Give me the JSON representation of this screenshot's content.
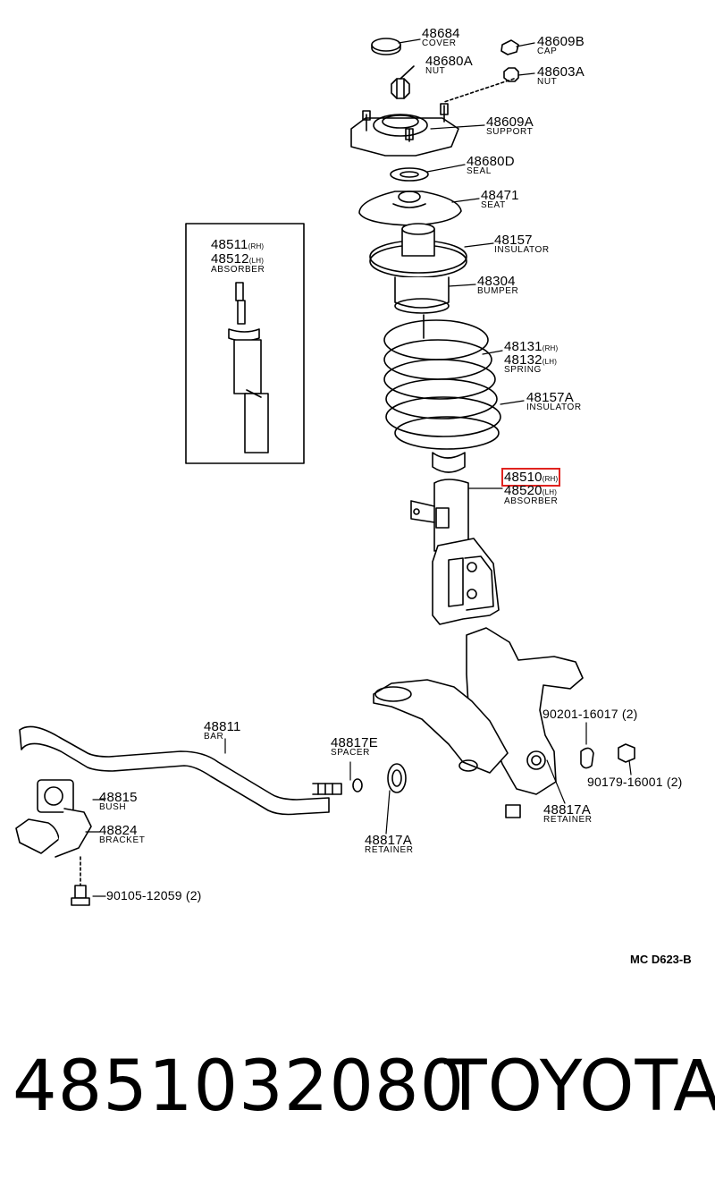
{
  "parts": {
    "cover": {
      "num": "48684",
      "name": "COVER"
    },
    "cap": {
      "num": "48609B",
      "name": "CAP"
    },
    "nut_a": {
      "num": "48680A",
      "name": "NUT"
    },
    "nut_b": {
      "num": "48603A",
      "name": "NUT"
    },
    "support": {
      "num": "48609A",
      "name": "SUPPORT"
    },
    "seal": {
      "num": "48680D",
      "name": "SEAL"
    },
    "seat": {
      "num": "48471",
      "name": "SEAT"
    },
    "insulator_top": {
      "num": "48157",
      "name": "INSULATOR"
    },
    "bumper": {
      "num": "48304",
      "name": "BUMPER"
    },
    "spring": {
      "num_rh": "48131",
      "num_lh": "48132",
      "name": "SPRING"
    },
    "insulator_low": {
      "num": "48157A",
      "name": "INSULATOR"
    },
    "absorber_inset": {
      "num_rh": "48511",
      "num_lh": "48512",
      "name": "ABSORBER"
    },
    "absorber_main": {
      "num_rh": "48510",
      "num_lh": "48520",
      "name": "ABSORBER"
    },
    "bar": {
      "num": "48811",
      "name": "BAR"
    },
    "spacer": {
      "num": "48817E",
      "name": "SPACER"
    },
    "bush": {
      "num": "48815",
      "name": "BUSH"
    },
    "bracket": {
      "num": "48824",
      "name": "BRACKET"
    },
    "retainer_a": {
      "num": "48817A",
      "name": "RETAINER"
    },
    "retainer_b": {
      "num": "48817A",
      "name": "RETAINER"
    },
    "bolt_1": {
      "num": "90201-16017",
      "qty": "(2)"
    },
    "nut_c": {
      "num": "90179-16001",
      "qty": "(2)"
    },
    "bolt_2": {
      "num": "90105-12059",
      "qty": "(2)"
    }
  },
  "side_rh": "(RH)",
  "side_lh": "(LH)",
  "diagram_code": "MC D623-B",
  "footer": {
    "part_number": "4851032080",
    "brand": "TOYOTA"
  },
  "highlight_color": "#e0231f"
}
